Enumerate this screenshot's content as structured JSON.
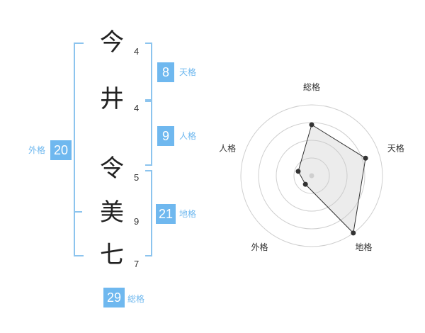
{
  "name": {
    "chars": [
      {
        "kanji": "今",
        "strokes": "4"
      },
      {
        "kanji": "井",
        "strokes": "4"
      },
      {
        "kanji": "令",
        "strokes": "5"
      },
      {
        "kanji": "美",
        "strokes": "9"
      },
      {
        "kanji": "七",
        "strokes": "7"
      }
    ]
  },
  "scores": {
    "tenkaku": {
      "value": "8",
      "label": "天格"
    },
    "jinkaku": {
      "value": "9",
      "label": "人格"
    },
    "chikaku": {
      "value": "21",
      "label": "地格"
    },
    "gaikaku": {
      "value": "20",
      "label": "外格"
    },
    "soukaku": {
      "value": "29",
      "label": "総格"
    }
  },
  "colors": {
    "accent": "#6fb8ef",
    "bracket": "#8cc4ee"
  },
  "chart_data": {
    "type": "radar",
    "axes": [
      "総格",
      "天格",
      "地格",
      "外格",
      "人格"
    ],
    "values": [
      0.72,
      0.8,
      1.0,
      0.15,
      0.2
    ],
    "rings": 4
  }
}
